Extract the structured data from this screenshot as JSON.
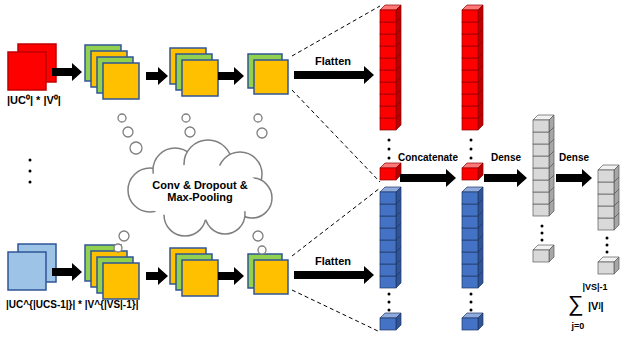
{
  "diagram": {
    "labels": [
      "|UC⁰| * |V⁰|",
      "|UC^{|UCS-1|}| * |V^{|VS|-1}|",
      "Conv & Dropout & Max-Pooling",
      "Flatten",
      "Flatten",
      "Concatenate",
      "Dense",
      "Dense",
      "|VS|-1",
      "∑",
      "|Vʲ|",
      "j=0"
    ]
  }
}
